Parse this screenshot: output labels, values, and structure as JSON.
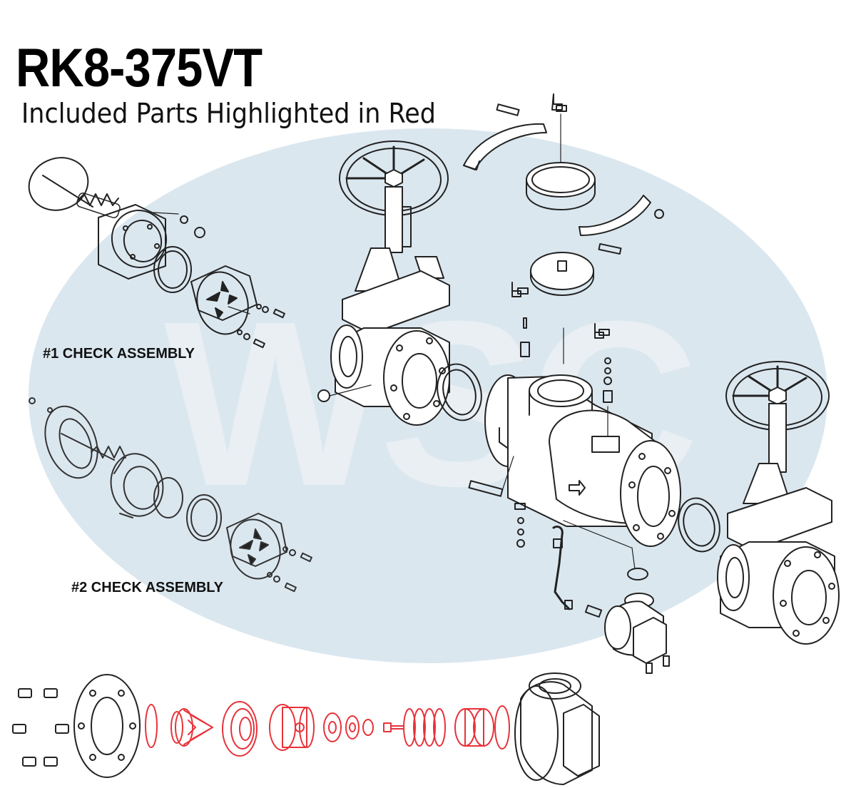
{
  "title": "RK8-375VT",
  "subtitle": "Included Parts Highlighted in Red",
  "watermark": "WSC",
  "labels": {
    "check1": "#1 CHECK ASSEMBLY",
    "check2": "#2 CHECK ASSEMBLY"
  },
  "colors": {
    "line": "#222222",
    "included": "#e8333a",
    "watermark_ellipse": "#dbe7ef",
    "watermark_text": "#e9eff3"
  }
}
